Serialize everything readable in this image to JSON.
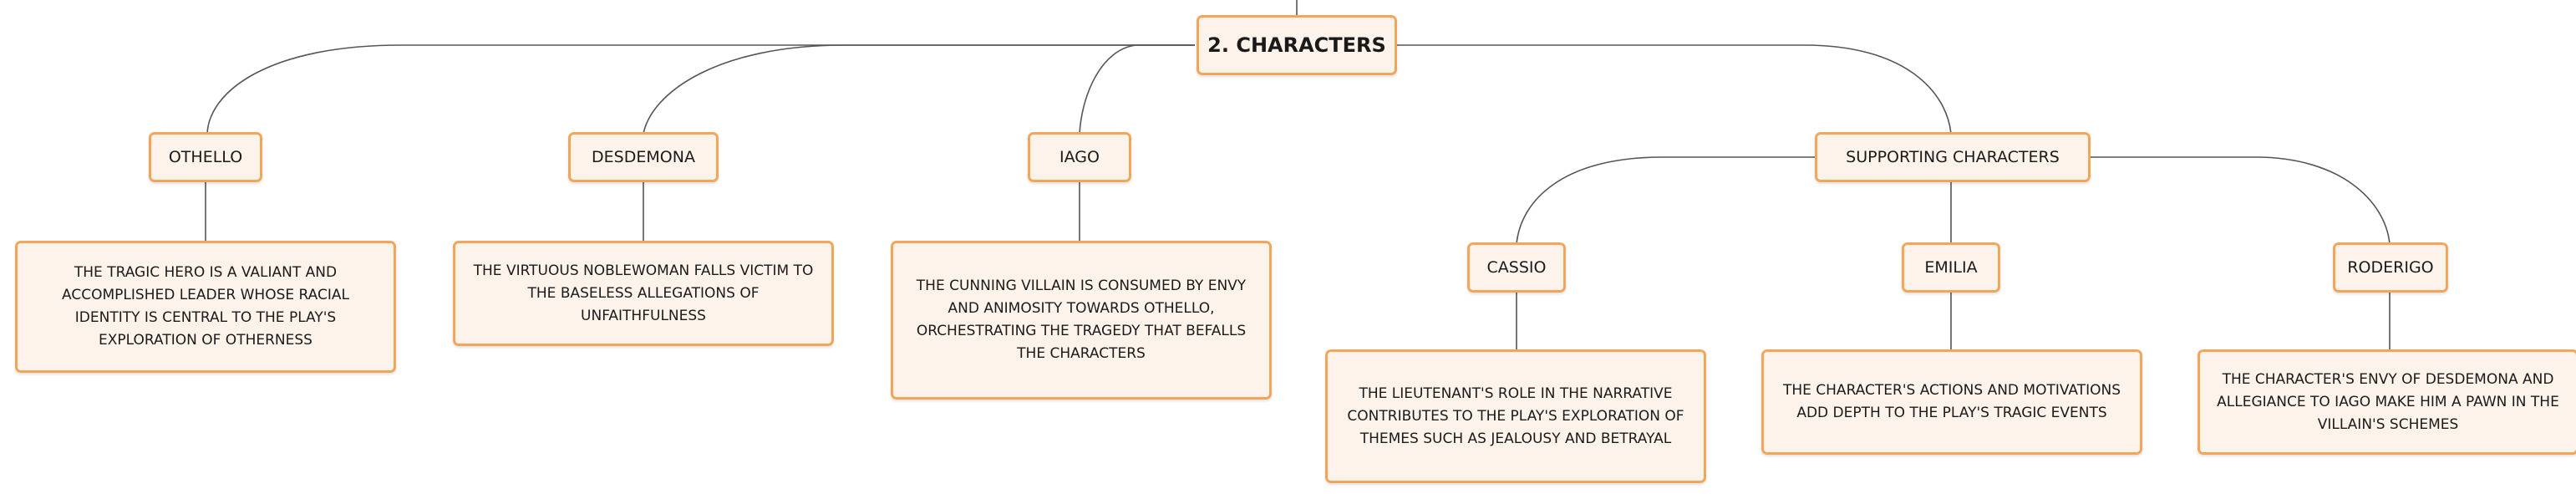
{
  "root": {
    "label": "2. CHARACTERS"
  },
  "characters": {
    "othello": {
      "label": "OTHELLO",
      "note": "THE TRAGIC HERO IS A VALIANT AND ACCOMPLISHED LEADER WHOSE RACIAL IDENTITY IS CENTRAL TO THE PLAY'S EXPLORATION OF OTHERNESS"
    },
    "desdemona": {
      "label": "DESDEMONA",
      "note": "THE VIRTUOUS NOBLEWOMAN FALLS VICTIM TO THE BASELESS ALLEGATIONS OF UNFAITHFULNESS"
    },
    "iago": {
      "label": "IAGO",
      "note": "THE CUNNING VILLAIN IS CONSUMED BY ENVY AND ANIMOSITY TOWARDS OTHELLO, ORCHESTRATING THE TRAGEDY THAT BEFALLS THE CHARACTERS"
    },
    "supporting": {
      "label": "SUPPORTING CHARACTERS"
    },
    "cassio": {
      "label": "CASSIO",
      "note": "THE LIEUTENANT'S ROLE IN THE NARRATIVE CONTRIBUTES TO THE PLAY'S EXPLORATION OF THEMES SUCH AS JEALOUSY AND BETRAYAL"
    },
    "emilia": {
      "label": "EMILIA",
      "note": "THE CHARACTER'S ACTIONS AND MOTIVATIONS ADD DEPTH TO THE PLAY'S TRAGIC EVENTS"
    },
    "roderigo": {
      "label": "RODERIGO",
      "note": "THE CHARACTER'S ENVY OF DESDEMONA AND ALLEGIANCE TO IAGO MAKE HIM A PAWN IN THE VILLAIN'S SCHEMES"
    }
  },
  "colors": {
    "node_border": "#f2a65a",
    "node_fill": "#fef3eb",
    "connector": "#555555",
    "text": "#1a1a1a"
  }
}
